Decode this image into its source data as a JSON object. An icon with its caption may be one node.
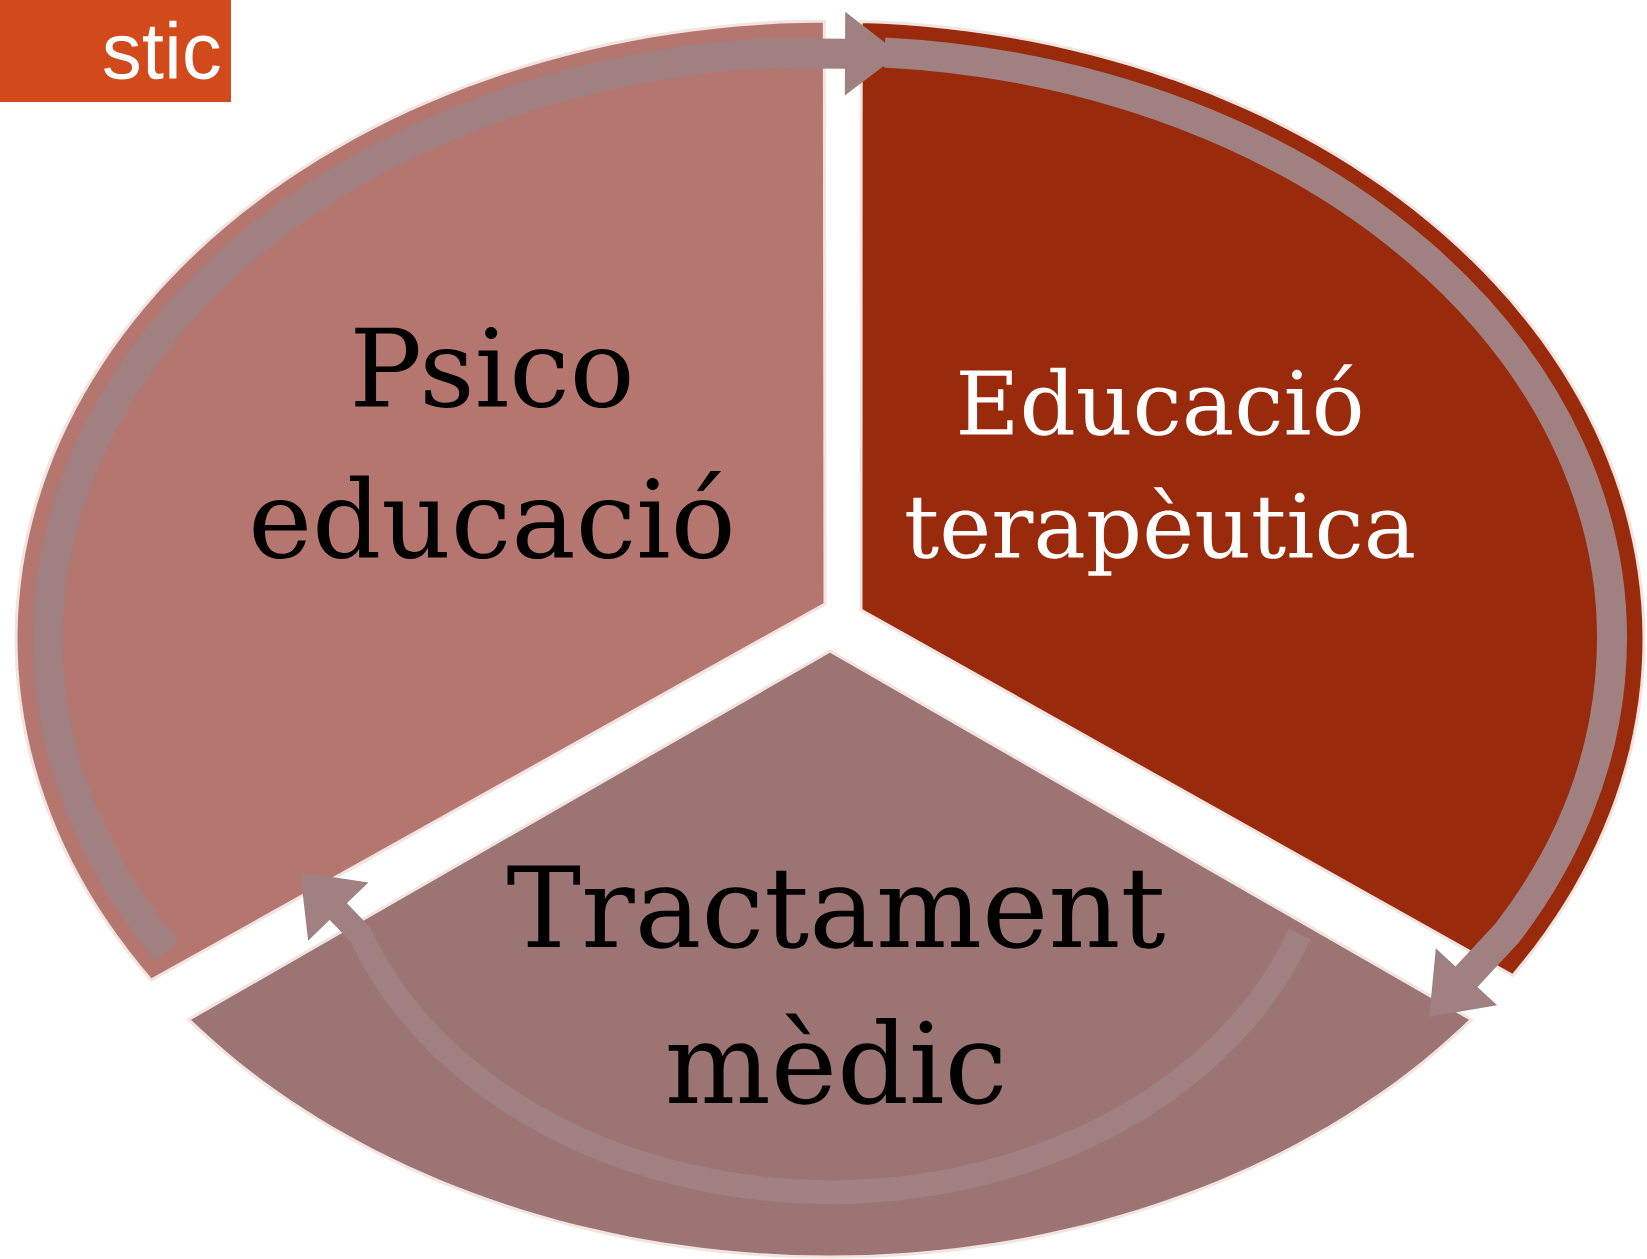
{
  "diagram": {
    "nodes": [
      {
        "text": [
          "Psico educació"
        ]
      },
      {
        "text": [
          "Educació terapèutica"
        ]
      },
      {
        "text": [
          "Tractament mèdic"
        ]
      }
    ],
    "edges": [
      {
        "from": 0,
        "to": 1,
        "arrow": "to"
      },
      {
        "from": 1,
        "to": 2,
        "arrow": "to"
      },
      {
        "from": 2,
        "to": 0,
        "arrow": "to"
      }
    ],
    "labels": [
      "stic"
    ]
  }
}
